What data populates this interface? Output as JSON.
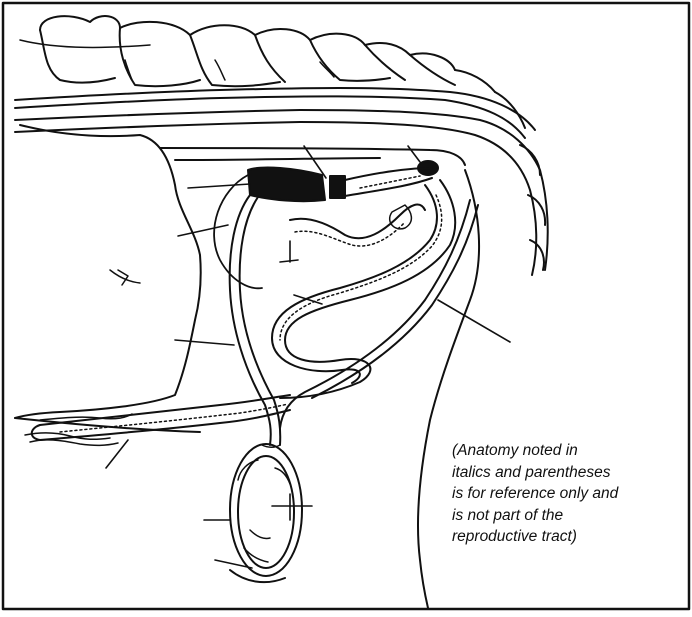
{
  "figure": {
    "note_lines": [
      "(Anatomy noted in",
      "italics and parentheses",
      "is for reference only and",
      "is not part of the",
      "reproductive tract)"
    ]
  }
}
